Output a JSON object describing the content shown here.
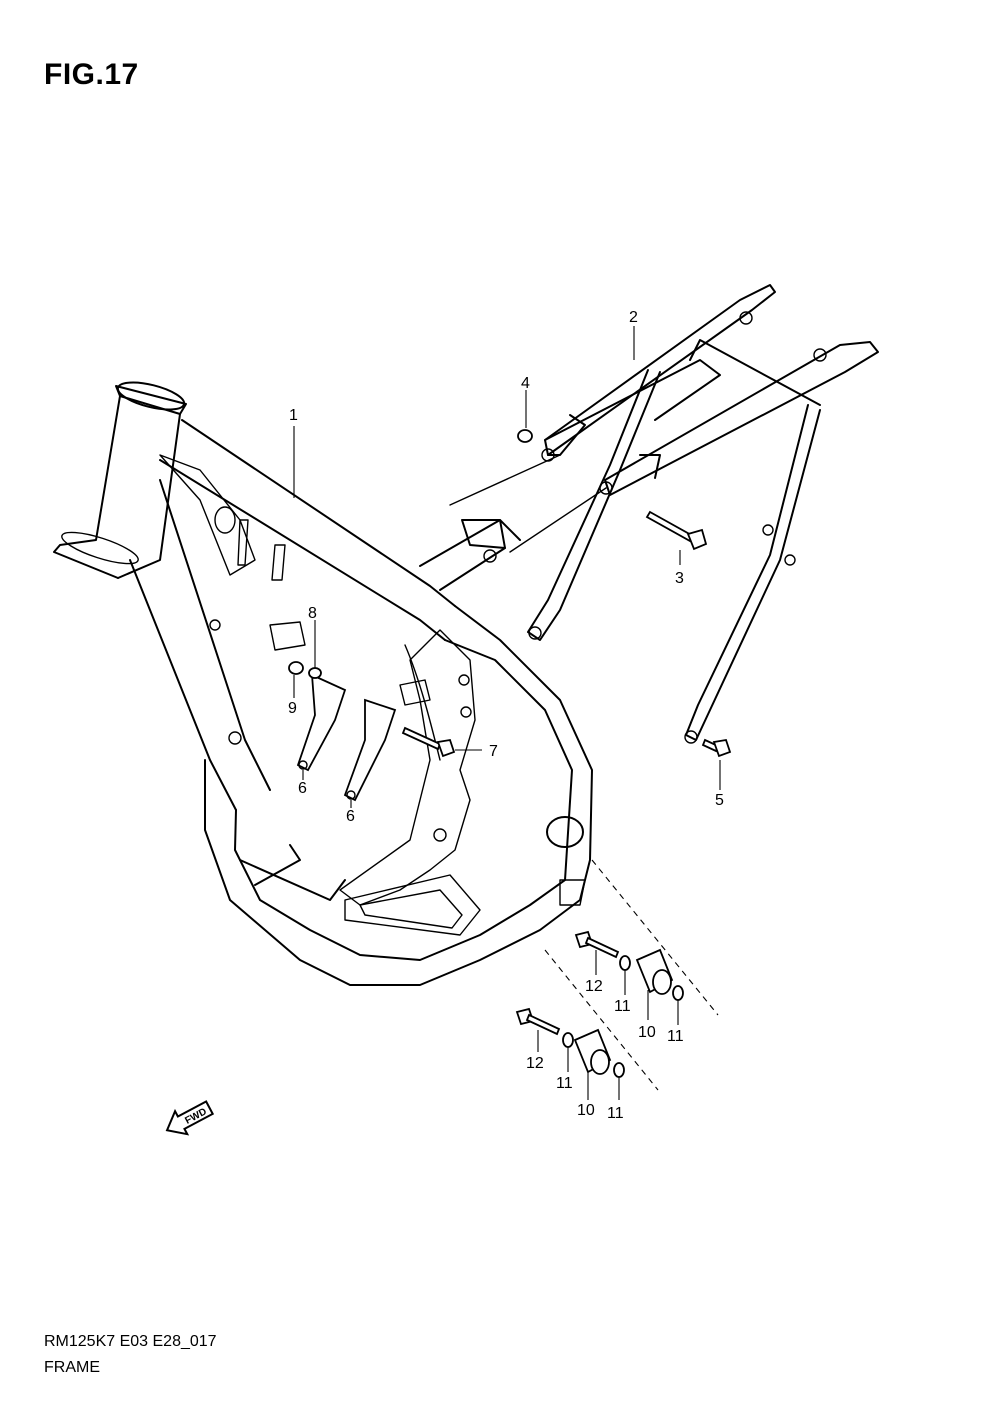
{
  "header": {
    "title": "FIG.17"
  },
  "footer": {
    "code": "RM125K7 E03 E28_017",
    "name": "FRAME"
  },
  "fwd_arrow": {
    "label": "FWD"
  },
  "callouts": [
    {
      "id": "1",
      "label": "1"
    },
    {
      "id": "2",
      "label": "2"
    },
    {
      "id": "3",
      "label": "3"
    },
    {
      "id": "4",
      "label": "4"
    },
    {
      "id": "5",
      "label": "5"
    },
    {
      "id": "6a",
      "label": "6"
    },
    {
      "id": "6b",
      "label": "6"
    },
    {
      "id": "7",
      "label": "7"
    },
    {
      "id": "8",
      "label": "8"
    },
    {
      "id": "9",
      "label": "9"
    },
    {
      "id": "10a",
      "label": "10"
    },
    {
      "id": "10b",
      "label": "10"
    },
    {
      "id": "11a",
      "label": "11"
    },
    {
      "id": "11b",
      "label": "11"
    },
    {
      "id": "11c",
      "label": "11"
    },
    {
      "id": "11d",
      "label": "11"
    },
    {
      "id": "12a",
      "label": "12"
    },
    {
      "id": "12b",
      "label": "12"
    }
  ]
}
